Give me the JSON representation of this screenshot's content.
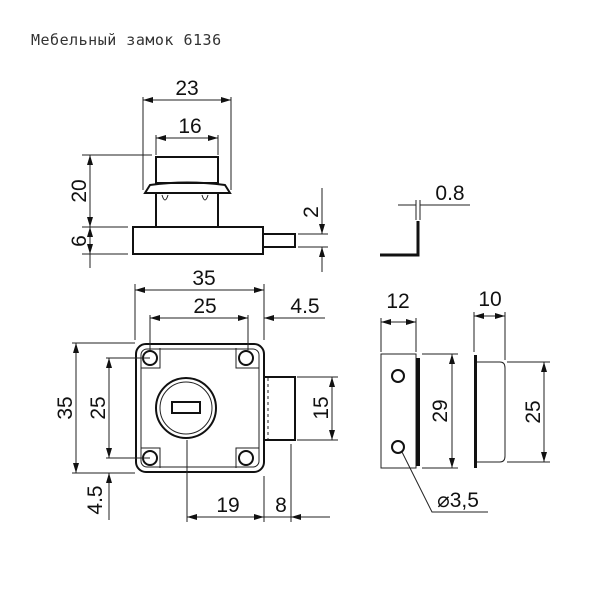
{
  "title": "Мебельный замок 6136",
  "top_view": {
    "width_flange": "23",
    "width_cap": "16",
    "height_cylinder": "20",
    "height_body": "6",
    "bolt_thickness": "2"
  },
  "bracket": {
    "thickness": "0.8"
  },
  "front_view": {
    "width": "35",
    "hole_spacing_h": "25",
    "bolt_offset": "4.5",
    "height": "35",
    "hole_spacing_v": "25",
    "hole_margin": "4.5",
    "bolt_height": "15",
    "key_to_edge": "19",
    "bolt_throw": "8"
  },
  "strike_plate": {
    "width": "12",
    "height": "29",
    "hole_diameter": "⌀3,5"
  },
  "side_plate": {
    "width": "10",
    "height": "25"
  }
}
